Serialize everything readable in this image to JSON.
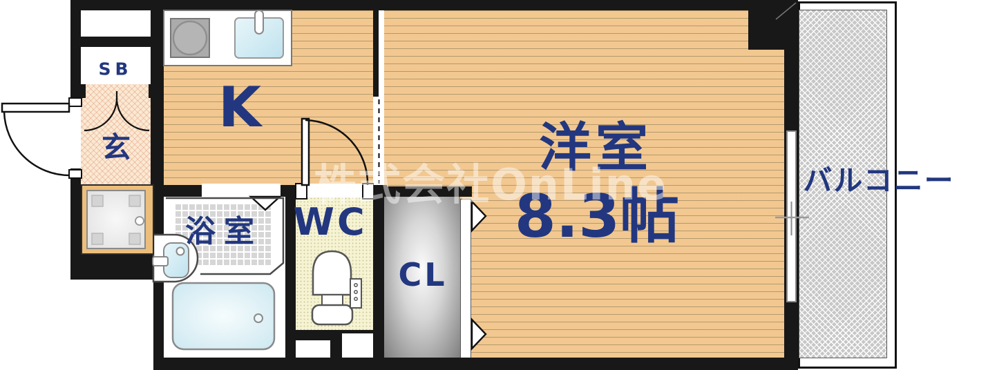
{
  "floorplan": {
    "labels": {
      "shoe_box": "SB",
      "entrance": "玄",
      "kitchen": "K",
      "bathroom": "浴室",
      "toilet": "WC",
      "closet": "CL",
      "main_room": "洋室",
      "main_room_size": "8.3帖",
      "balcony": "バルコニー"
    },
    "watermark": "株式会社OnLine",
    "colors": {
      "wall": "#181818",
      "floor_wood": "#f2c890",
      "label_navy": "#22377f",
      "entrance_floor": "#fbe9d2",
      "wc_floor": "#f6f3d3",
      "water_blue": "#cfe9f2",
      "balcony_gray": "#c7c7c7"
    }
  }
}
